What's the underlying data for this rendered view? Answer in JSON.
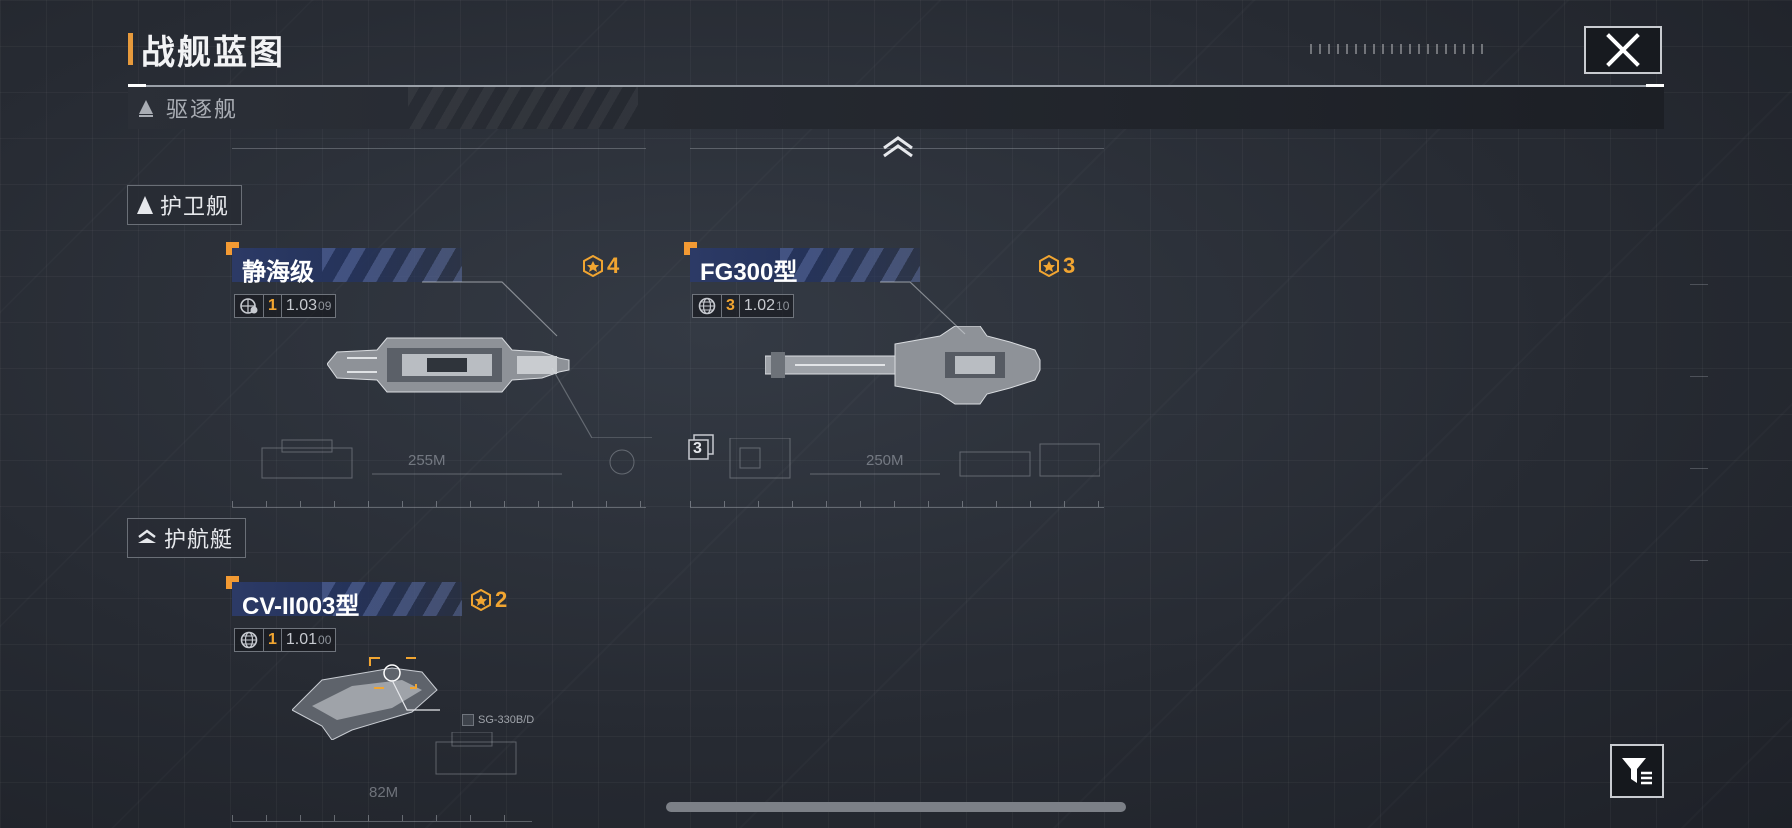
{
  "header": {
    "title": "战舰蓝图",
    "close_icon": "close-icon"
  },
  "categories": {
    "destroyer": {
      "label": "驱逐舰",
      "icon": "triangle-icon"
    },
    "frigate": {
      "label": "护卫舰",
      "icon": "triangle-icon"
    },
    "corvette": {
      "label": "护航艇",
      "icon": "chevron-stack-icon"
    }
  },
  "ships": [
    {
      "name": "静海级",
      "rank": "4",
      "level": "1",
      "version": "1.03",
      "version_minor": "09",
      "length": "255M"
    },
    {
      "name": "FG300型",
      "rank": "3",
      "level": "3",
      "version": "1.02",
      "version_minor": "10",
      "length": "250M",
      "count": "3"
    },
    {
      "name": "CV-II003型",
      "rank": "2",
      "level": "1",
      "version": "1.01",
      "version_minor": "00",
      "length": "82M",
      "subpart": "SG-330B/D"
    }
  ],
  "controls": {
    "filter_icon": "filter-icon",
    "collapse_icon": "chevron-up-icon"
  },
  "colors": {
    "accent": "#f39a33",
    "rank": "#f1a531",
    "name_bar": "#2c3a66"
  }
}
